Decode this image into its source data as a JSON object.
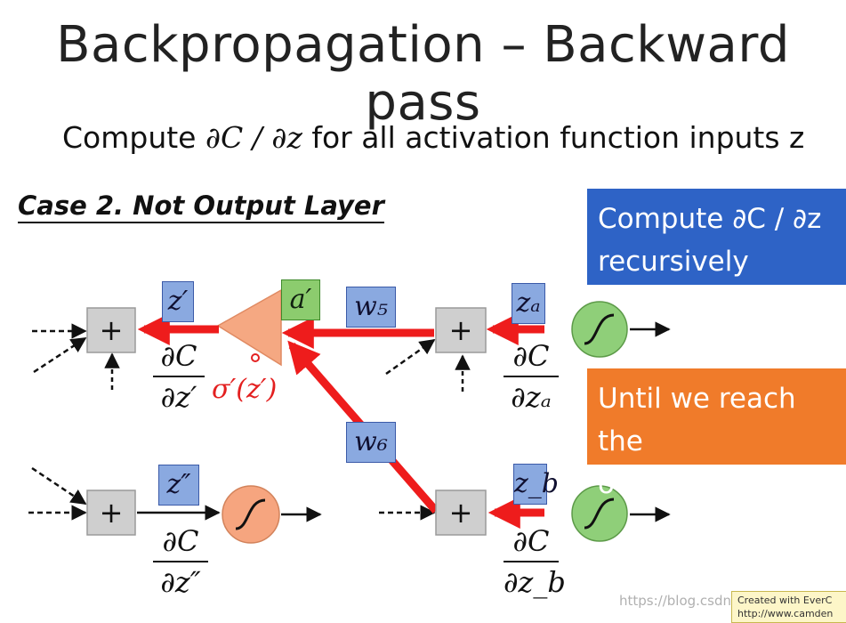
{
  "title": "Backpropagation – Backward pass",
  "subtitle": {
    "prefix": "Compute ",
    "formula": "∂C / ∂z",
    "suffix": " for all activation function inputs z"
  },
  "case_heading": "Case 2. Not Output Layer",
  "callouts": {
    "recursive": {
      "line1": "Compute ∂C / ∂z",
      "line2": "recursively",
      "color": "#2e63c6"
    },
    "output": {
      "line1": "Until we reach the",
      "line2": "output layer ......",
      "color": "#f07b2a"
    }
  },
  "nodes": {
    "z_prime": "z′",
    "a_prime": "a′",
    "w5": "w₅",
    "w6": "w₆",
    "z_a": "zₐ",
    "z_b": "z_b",
    "z_double_prime": "z″",
    "plus": "+"
  },
  "fractions": {
    "dC_dz_prime": {
      "num": "∂C",
      "den": "∂z′"
    },
    "dC_dza": {
      "num": "∂C",
      "den": "∂zₐ"
    },
    "dC_dz_double_prime": {
      "num": "∂C",
      "den": "∂z″"
    },
    "dC_dzb": {
      "num": "∂C",
      "den": "∂z_b"
    }
  },
  "sigma_derivative": "σ′(z′)",
  "watermark": "https://blog.csdn.net",
  "badge": {
    "line1": "Created with EverC",
    "line2": "http://www.camden"
  },
  "colors": {
    "arrow_red": "#ee1c1c",
    "triangle": "#f5a882",
    "sigmoid_green": "#8fcf79",
    "sigmoid_orange": "#f6a57f",
    "adder_fill": "#cfcfcf"
  }
}
